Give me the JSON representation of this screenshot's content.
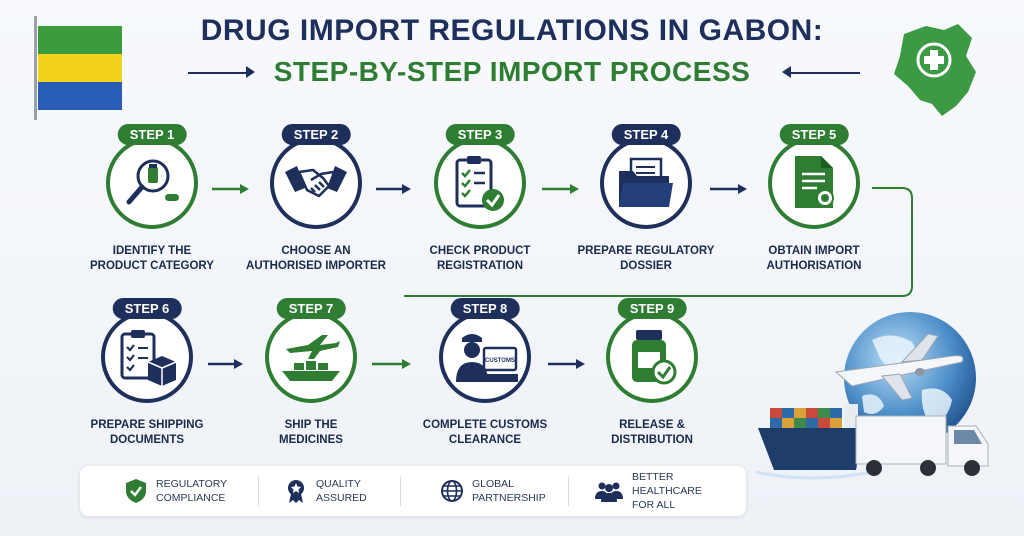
{
  "title_line1": "DRUG IMPORT REGULATIONS IN GABON:",
  "title_line2": "STEP-BY-STEP IMPORT PROCESS",
  "colors": {
    "navy": "#1e2f5c",
    "green": "#2e7d32",
    "blue": "#1c3f8c"
  },
  "steps": [
    {
      "badge": "STEP 1",
      "line1": "IDENTIFY THE",
      "line2": "PRODUCT CATEGORY",
      "icon": "magnifier-medicine-icon",
      "color": "green"
    },
    {
      "badge": "STEP 2",
      "line1": "CHOOSE AN",
      "line2": "AUTHORISED IMPORTER",
      "icon": "handshake-icon",
      "color": "navy"
    },
    {
      "badge": "STEP 3",
      "line1": "CHECK PRODUCT",
      "line2": "REGISTRATION",
      "icon": "checklist-icon",
      "color": "green"
    },
    {
      "badge": "STEP 4",
      "line1": "PREPARE REGULATORY",
      "line2": "DOSSIER",
      "icon": "folder-icon",
      "color": "navy"
    },
    {
      "badge": "STEP 5",
      "line1": "OBTAIN IMPORT",
      "line2": "AUTHORISATION",
      "icon": "certificate-icon",
      "color": "green"
    },
    {
      "badge": "STEP 6",
      "line1": "PREPARE SHIPPING",
      "line2": "DOCUMENTS",
      "icon": "clipboard-box-icon",
      "color": "navy"
    },
    {
      "badge": "STEP 7",
      "line1": "SHIP THE",
      "line2": "MEDICINES",
      "icon": "plane-ship-icon",
      "color": "green"
    },
    {
      "badge": "STEP 8",
      "line1": "COMPLETE CUSTOMS",
      "line2": "CLEARANCE",
      "icon": "customs-officer-icon",
      "color": "navy",
      "sign": "CUSTOMS"
    },
    {
      "badge": "STEP 9",
      "line1": "RELEASE &",
      "line2": "DISTRIBUTION",
      "icon": "medicine-bottle-check-icon",
      "color": "green"
    }
  ],
  "footer": [
    {
      "line1": "REGULATORY",
      "line2": "COMPLIANCE",
      "icon": "shield-check-icon"
    },
    {
      "line1": "QUALITY",
      "line2": "ASSURED",
      "icon": "award-badge-icon"
    },
    {
      "line1": "GLOBAL",
      "line2": "PARTNERSHIP",
      "icon": "globe-icon"
    },
    {
      "line1": "BETTER HEALTHCARE",
      "line2": "FOR ALL",
      "icon": "people-group-icon"
    }
  ]
}
